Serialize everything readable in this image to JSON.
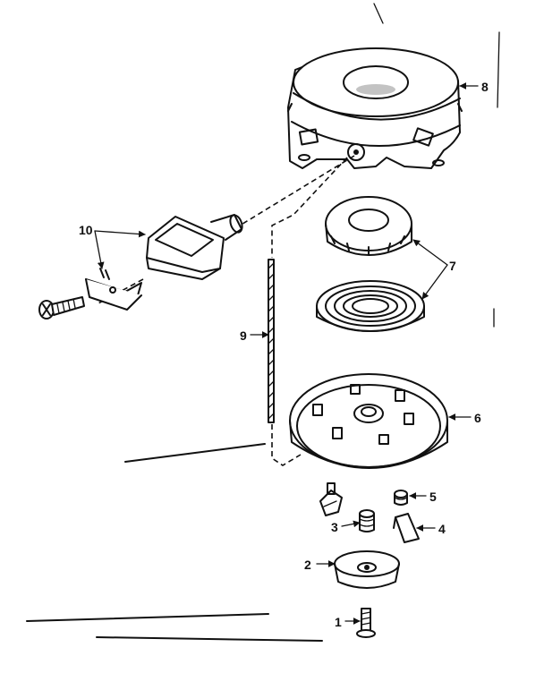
{
  "parts": [
    {
      "id": "part-1",
      "number": "1"
    },
    {
      "id": "part-2",
      "number": "2"
    },
    {
      "id": "part-3",
      "number": "3"
    },
    {
      "id": "part-4",
      "number": "4"
    },
    {
      "id": "part-5",
      "number": "5"
    },
    {
      "id": "part-6",
      "number": "6"
    },
    {
      "id": "part-7",
      "number": "7"
    },
    {
      "id": "part-8",
      "number": "8"
    },
    {
      "id": "part-9",
      "number": "9"
    },
    {
      "id": "part-10",
      "number": "10"
    }
  ],
  "colors": {
    "ink": "#111111",
    "paper": "#ffffff"
  }
}
